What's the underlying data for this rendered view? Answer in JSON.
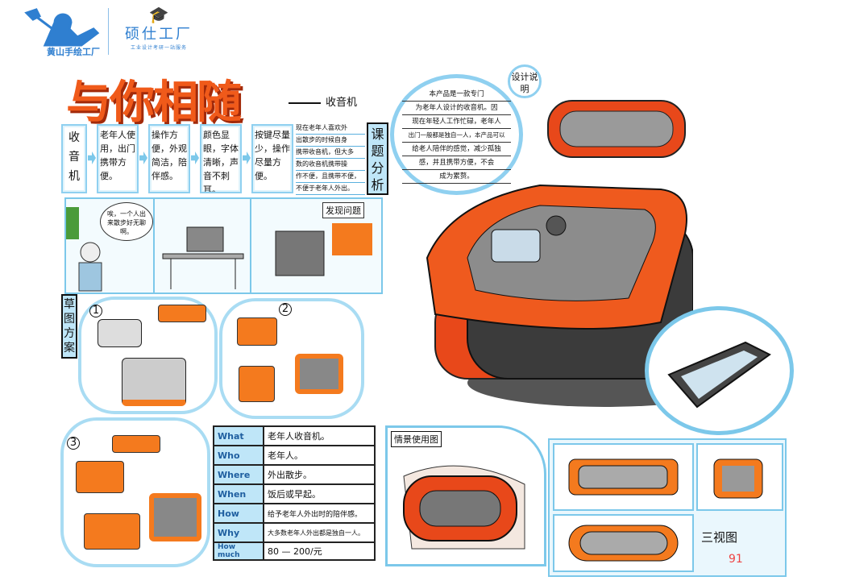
{
  "logo_left": {
    "name": "黄山手绘工厂"
  },
  "logo_right": {
    "name": "硕仕工厂",
    "tagline": "工业设计考研一站服务"
  },
  "title": "与你相随",
  "subtitle": "收音机",
  "flow": [
    {
      "text": "收音机"
    },
    {
      "text": "老年人使用，出门携带方便。"
    },
    {
      "text": "操作方便，外观简洁，陪伴感。"
    },
    {
      "text": "颜色显眼，字体清晰，声音不刺耳。"
    },
    {
      "text": "按键尽量少，操作尽量方便。"
    }
  ],
  "analysis_lines": [
    "现在老年人喜欢外",
    "出散步的时候自身",
    "携带收音机，但大多",
    "数的收音机携带操",
    "作不便，且携带不便，",
    "不便于老年人外出。"
  ],
  "topic_label": "课题分析",
  "scene": {
    "bubble": "唉，一个人出来散步好无聊啊。",
    "problem_tag": "发现问题"
  },
  "sketch_label": "草图方案",
  "sketch_numbers": [
    "1",
    "2",
    "3"
  ],
  "table": [
    {
      "k": "What",
      "v": "老年人收音机。"
    },
    {
      "k": "Who",
      "v": "老年人。"
    },
    {
      "k": "Where",
      "v": "外出散步。"
    },
    {
      "k": "When",
      "v": "饭后或早起。"
    },
    {
      "k": "How",
      "v": "给予老年人外出时的陪伴感。"
    },
    {
      "k": "Why",
      "v": "大多数老年人外出都是独自一人。"
    },
    {
      "k": "How much",
      "v": "80 — 200/元"
    }
  ],
  "design_desc": {
    "tag": "设计说明",
    "lines": [
      "本产品是一款专门",
      "为老年人设计的收音机。因",
      "现在年轻人工作忙碌，老年人",
      "出门一般都是独自一人，本产品可以",
      "给老人陪伴的感觉，减少孤独",
      "感，并且携带方便，不会",
      "成为累赘。"
    ]
  },
  "usage_tag": "情景使用图",
  "views_label": "三视图",
  "signature": "91",
  "colors": {
    "orange": "#f05a1a",
    "blue": "#7cc8ea",
    "logo_blue": "#2f7fd0"
  }
}
